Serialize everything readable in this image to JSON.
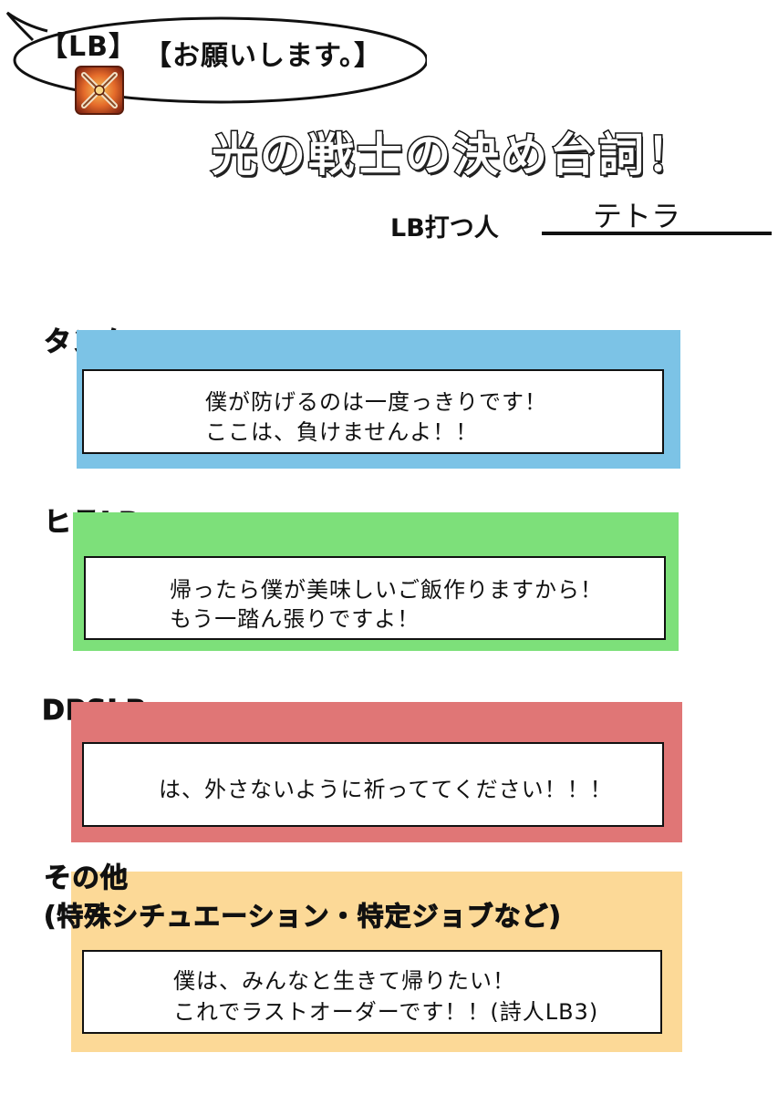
{
  "header": {
    "tag_lb": "【LB】",
    "tag_request": "【お願いします。】",
    "badge_icon": "crossed-swords-icon",
    "title": "光の戦士の決め台詞！",
    "lb_user_label": "LB打つ人",
    "lb_user_value": "テトラ"
  },
  "sections": [
    {
      "label": "タンクLB",
      "color": "#7cc3e6",
      "lines": [
        "僕が防げるのは一度っきりです！",
        "ここは、負けませんよ！！"
      ]
    },
    {
      "label": "ヒラLB",
      "color": "#7de07a",
      "lines": [
        "帰ったら僕が美味しいご飯作りますから！",
        "もう一踏ん張りですよ！"
      ]
    },
    {
      "label": "DPSLB",
      "color": "#e07676",
      "lines": [
        "は、外さないように祈っててください！！！"
      ]
    },
    {
      "label": "その他",
      "sublabel": "(特殊シチュエーション・特定ジョブなど)",
      "color": "#fcd997",
      "lines": [
        "僕は、みんなと生きて帰りたい！",
        "これでラストオーダーです！！(詩人LB3)"
      ]
    }
  ]
}
